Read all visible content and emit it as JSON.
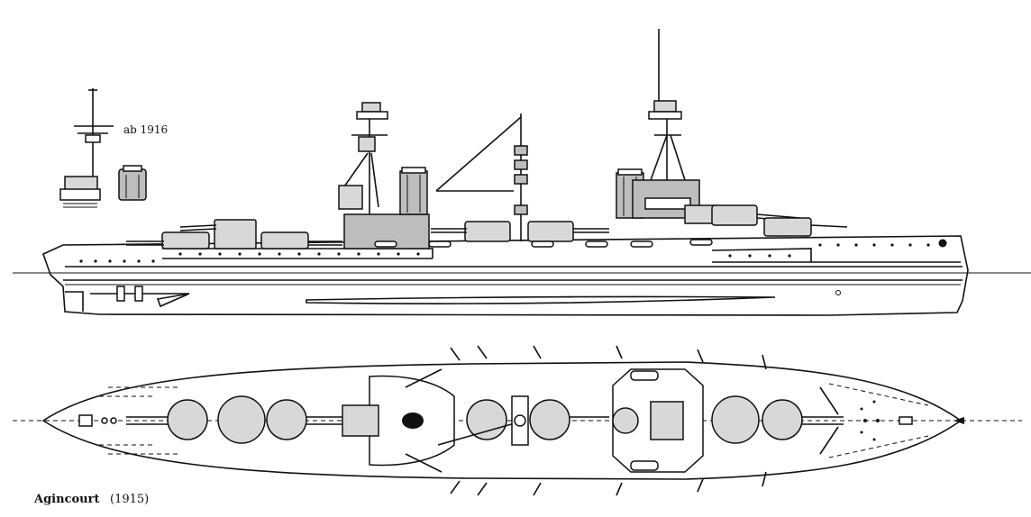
{
  "drawing": {
    "inset_label": "ab 1916",
    "caption_name": "Agincourt",
    "caption_year": "(1915)"
  },
  "colors": {
    "line": "#111111",
    "hull": "#d8d8d8",
    "superstructure": "#bdbdbd",
    "background": "#ffffff"
  }
}
